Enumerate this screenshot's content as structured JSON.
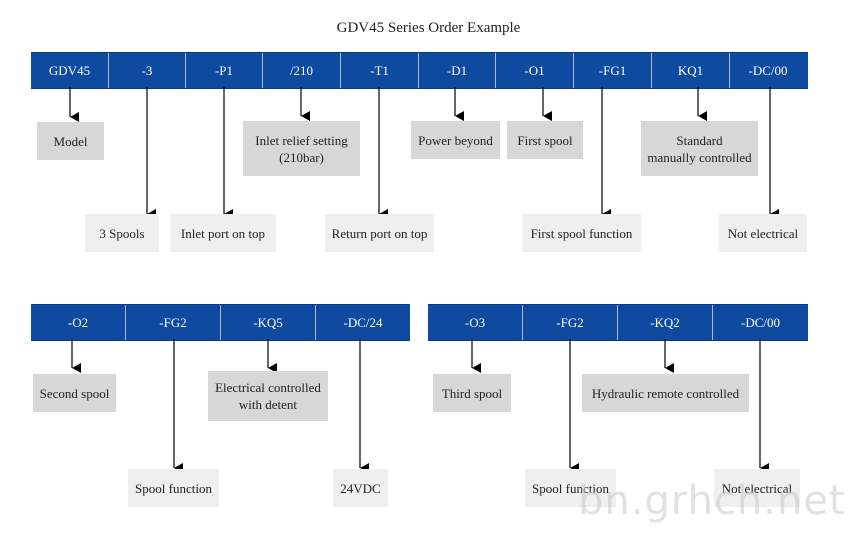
{
  "title": "GDV45 Series Order Example",
  "top_codes": [
    "GDV45",
    "-3",
    "-P1",
    "/210",
    "-T1",
    "-D1",
    "-O1",
    "-FG1",
    "KQ1",
    "-DC/00"
  ],
  "top_labels": {
    "model": "Model",
    "spools": "3 Spools",
    "inlet_port": "Inlet port on top",
    "relief_line1": "Inlet relief setting",
    "relief_line2": "(210bar)",
    "return_port": "Return port on top",
    "power_beyond": "Power beyond",
    "first_spool": "First spool",
    "first_spool_function": "First spool function",
    "standard_line1": "Standard",
    "standard_line2": "manually controlled",
    "not_electrical": "Not electrical"
  },
  "left_codes": [
    "-O2",
    "-FG2",
    "-KQ5",
    "-DC/24"
  ],
  "left_labels": {
    "second_spool": "Second spool",
    "electrical_line1": "Electrical controlled",
    "electrical_line2": "with detent",
    "spool_function": "Spool function",
    "vdc": "24VDC"
  },
  "right_codes": [
    "-O3",
    "-FG2",
    "-KQ2",
    "-DC/00"
  ],
  "right_labels": {
    "third_spool": "Third spool",
    "hydraulic": "Hydraulic remote controlled",
    "spool_function": "Spool function",
    "not_electrical": "Not electrical"
  },
  "watermark": "bn.grhch.net",
  "colors": {
    "bar": "#0d4aa0",
    "label_dark": "#d7d7d7",
    "label_light": "#efefef"
  }
}
